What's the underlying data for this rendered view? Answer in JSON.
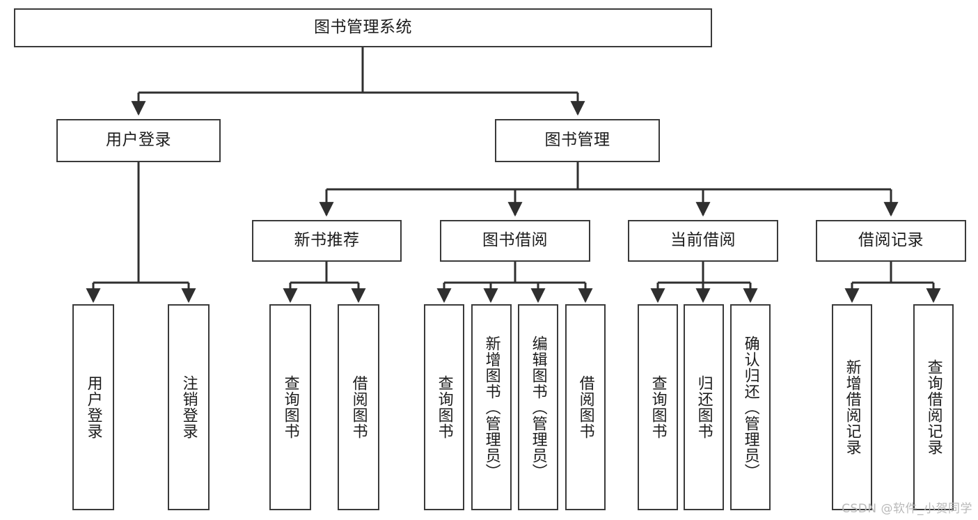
{
  "diagram": {
    "title": "图书管理系统",
    "watermark": "CSDN @软件_小贺同学",
    "colors": {
      "background": "#ffffff",
      "box_border": "#3a3a3a",
      "box_fill": "#ffffff",
      "edge": "#2f2f2f",
      "text": "#1c1c1c",
      "watermark": "#b9b9b9"
    },
    "root": {
      "label": "图书管理系统"
    },
    "level2": [
      {
        "label": "用户登录"
      },
      {
        "label": "图书管理"
      }
    ],
    "level3": [
      {
        "label": "新书推荐"
      },
      {
        "label": "图书借阅"
      },
      {
        "label": "当前借阅"
      },
      {
        "label": "借阅记录"
      }
    ],
    "leaves": {
      "user_login": [
        {
          "label": "用户登录"
        },
        {
          "label": "注销登录"
        }
      ],
      "new_book_recommend": [
        {
          "label": "查询图书"
        },
        {
          "label": "借阅图书"
        }
      ],
      "book_borrow": [
        {
          "label": "查询图书"
        },
        {
          "label": "新增图书（管理员）"
        },
        {
          "label": "编辑图书（管理员）"
        },
        {
          "label": "借阅图书"
        }
      ],
      "current_borrow": [
        {
          "label": "查询图书"
        },
        {
          "label": "归还图书"
        },
        {
          "label": "确认归还（管理员）"
        }
      ],
      "borrow_record": [
        {
          "label": "新增借阅记录"
        },
        {
          "label": "查询借阅记录"
        }
      ]
    }
  }
}
